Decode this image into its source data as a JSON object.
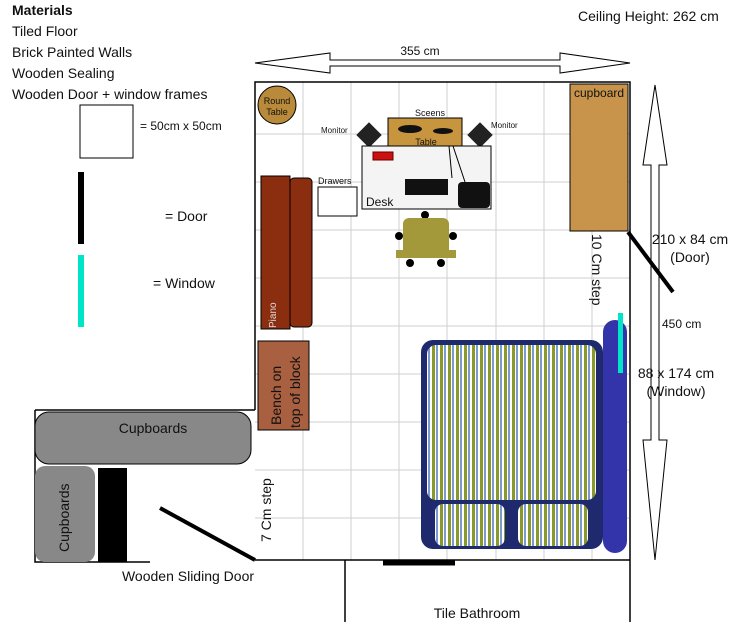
{
  "legend": {
    "title": "Materials",
    "items": [
      "Tiled Floor",
      "Brick Painted Walls",
      "Wooden Sealing",
      "Wooden Door + window frames"
    ],
    "scale": "= 50cm x 50cm",
    "door": "= Door",
    "window": "= Window"
  },
  "ceiling": "Ceiling Height: 262 cm",
  "dims": {
    "width": "355 cm",
    "length": "450 cm",
    "door": "210 x 84 cm",
    "door_sub": "(Door)",
    "window": "88 x 174 cm",
    "window_sub": "(Window)"
  },
  "furniture": {
    "round_table_1": "Round",
    "round_table_2": "Table",
    "scenes": "Sceens",
    "table": "Table",
    "monitor_left": "Monitor",
    "monitor_right": "Monitor",
    "drawers": "Drawers",
    "desk": "Desk",
    "piano": "Piano",
    "bench_1": "Bench on",
    "bench_2": "top of block",
    "cupboard": "cupboard",
    "cupboards_top": "Cupboards",
    "cupboards_side": "Cupboards"
  },
  "labels": {
    "step10": "10 Cm step",
    "step7": "7 Cm step",
    "sliding_door": "Wooden Sliding Door",
    "bathroom": "Tile Bathroom"
  },
  "colors": {
    "wood": "#c8934a",
    "piano": "#8b2e10",
    "bed": "#1f2a6e",
    "window": "#00e5c8",
    "chair": "#a3983a"
  }
}
